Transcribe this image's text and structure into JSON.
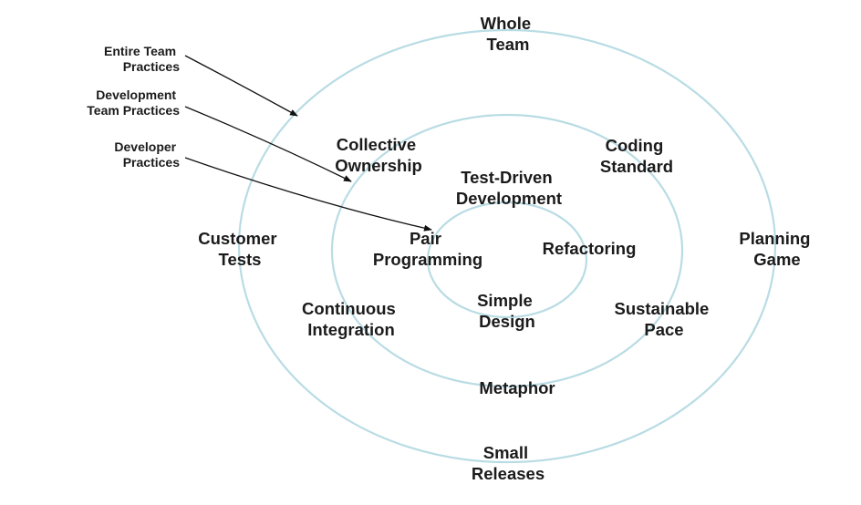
{
  "legend": {
    "entire_team": [
      "Entire Team",
      "Practices"
    ],
    "development_team": [
      "Development",
      "Team Practices"
    ],
    "developer": [
      "Developer",
      "Practices"
    ]
  },
  "outer_ring": {
    "whole_team": [
      "Whole",
      "Team"
    ],
    "customer_tests": [
      "Customer",
      "Tests"
    ],
    "planning_game": [
      "Planning",
      "Game"
    ],
    "small_releases": [
      "Small",
      "Releases"
    ]
  },
  "middle_ring": {
    "collective_ownership": [
      "Collective",
      "Ownership"
    ],
    "coding_standard": [
      "Coding",
      "Standard"
    ],
    "continuous_integration": [
      "Continuous",
      "Integration"
    ],
    "sustainable_pace": [
      "Sustainable",
      "Pace"
    ],
    "metaphor": [
      "Metaphor"
    ]
  },
  "inner_ring": {
    "test_driven_development": [
      "Test-Driven",
      "Development"
    ],
    "pair_programming": [
      "Pair",
      "Programming"
    ],
    "refactoring": [
      "Refactoring"
    ],
    "simple_design": [
      "Simple",
      "Design"
    ]
  },
  "colors": {
    "ring_stroke": "#b9dce4",
    "text": "#1b1b1b",
    "arrow": "#111111"
  }
}
